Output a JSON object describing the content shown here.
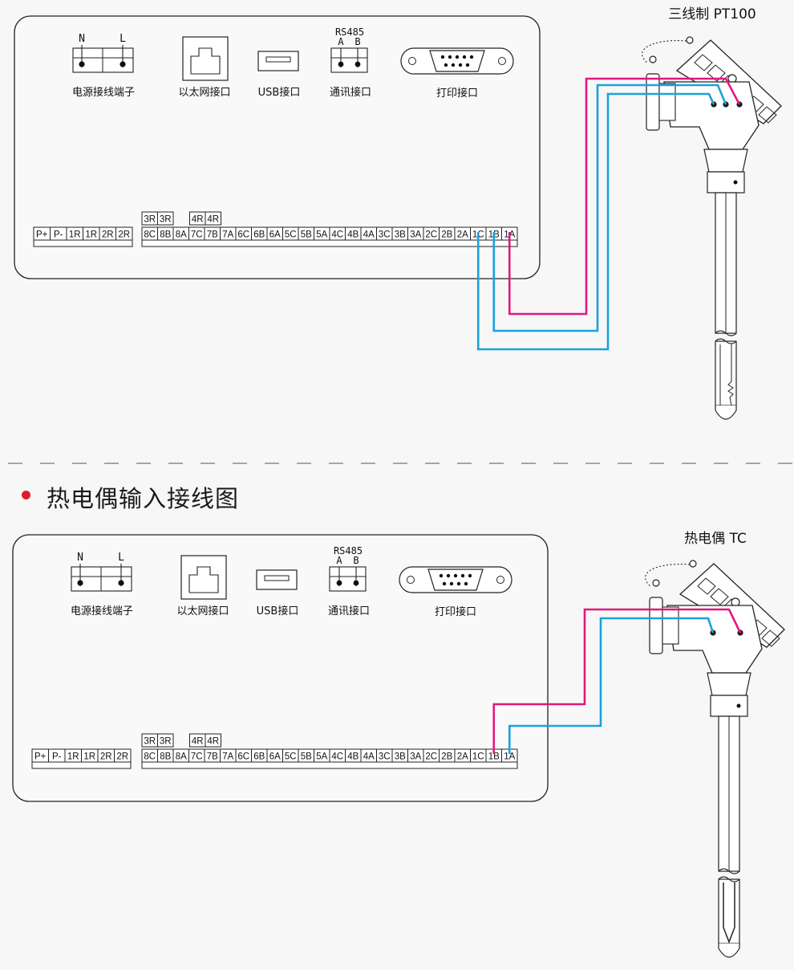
{
  "colors": {
    "magenta": "#e0197c",
    "blue": "#1ba1de",
    "outline": "#222222",
    "accent_dot": "#e01a2b"
  },
  "panel": {
    "power_labels": [
      "N",
      "L"
    ],
    "power_caption": "电源接线端子",
    "ethernet_caption": "以太网接口",
    "usb_caption": "USB接口",
    "rs485_title": "RS485",
    "rs485_labels": [
      "A",
      "B"
    ],
    "rs485_caption": "通讯接口",
    "print_caption": "打印接口",
    "left_terminals": [
      "P+",
      "P-",
      "1R",
      "1R",
      "2R",
      "2R"
    ],
    "main_terminals": [
      "8C",
      "8B",
      "8A",
      "7C",
      "7B",
      "7A",
      "6C",
      "6B",
      "6A",
      "5C",
      "5B",
      "5A",
      "4C",
      "4B",
      "4A",
      "3C",
      "3B",
      "3A",
      "2C",
      "2B",
      "2A",
      "1C",
      "1B",
      "1A"
    ],
    "top_terminals_a": [
      "3R",
      "3R"
    ],
    "top_terminals_b": [
      "4R",
      "4R"
    ]
  },
  "diagram1": {
    "sensor_label": "三线制 PT100"
  },
  "section2": {
    "heading": "热电偶输入接线图"
  },
  "diagram2": {
    "sensor_label": "热电偶 TC"
  }
}
